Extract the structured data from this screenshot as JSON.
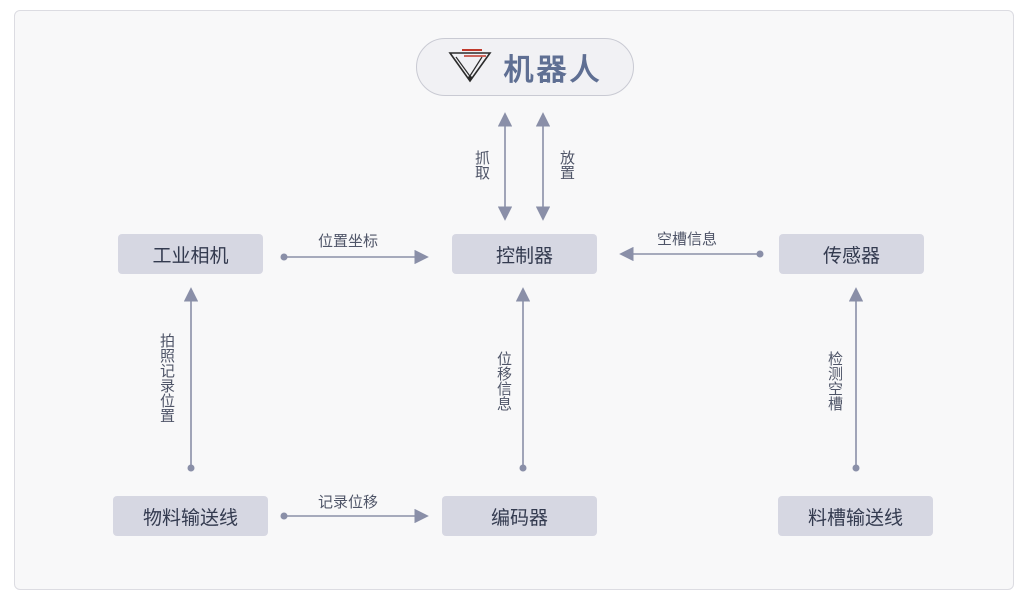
{
  "robot": {
    "title": "机器人",
    "icon": "robot-arm-icon"
  },
  "nodes": {
    "camera": "工业相机",
    "controller": "控制器",
    "sensor": "传感器",
    "conveyor": "物料输送线",
    "encoder": "编码器",
    "slot_conveyor": "料槽输送线"
  },
  "edges": {
    "grab": "抓取",
    "place": "放置",
    "position_coords": "位置坐标",
    "empty_slot_info": "空槽信息",
    "photo_record": "拍照记录位置",
    "displacement_info": "位移信息",
    "detect_slot": "检测空槽",
    "record_displacement": "记录位移"
  },
  "colors": {
    "line": "#8a8fa8",
    "node_fill": "#d6d7e2",
    "title": "#5f6f93"
  }
}
